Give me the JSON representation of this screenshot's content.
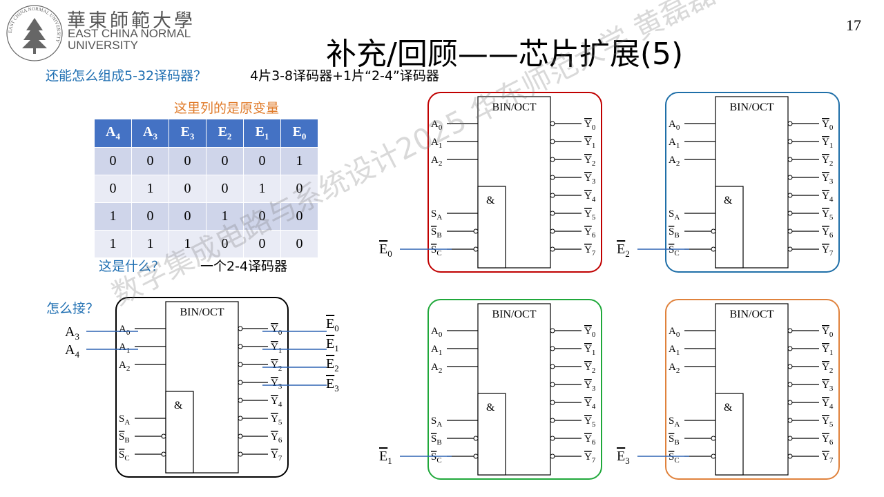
{
  "header": {
    "logo_cn": "華東師範大學",
    "logo_en_line1": "EAST CHINA NORMAL",
    "logo_en_line2": "UNIVERSITY",
    "logo_ring_text": "EAST CHINA NORMAL UNIVERSITY",
    "title": "补充/回顾——芯片扩展(5)",
    "page_number": "17"
  },
  "question": {
    "main": "还能怎么组成5-32译码器？",
    "answer": "4片3-8译码器+1片“2-4”译码器",
    "note": "这里列的是原变量",
    "what": "这是什么？",
    "what_answer": "一个2-4译码器",
    "how": "怎么接？"
  },
  "truth_table": {
    "headers": [
      {
        "base": "A",
        "sub": "4"
      },
      {
        "base": "A",
        "sub": "3"
      },
      {
        "base": "E",
        "sub": "3"
      },
      {
        "base": "E",
        "sub": "2"
      },
      {
        "base": "E",
        "sub": "1"
      },
      {
        "base": "E",
        "sub": "0"
      }
    ],
    "rows": [
      [
        "0",
        "0",
        "0",
        "0",
        "0",
        "1"
      ],
      [
        "0",
        "1",
        "0",
        "0",
        "1",
        "0"
      ],
      [
        "1",
        "0",
        "0",
        "1",
        "0",
        "0"
      ],
      [
        "1",
        "1",
        "1",
        "0",
        "0",
        "0"
      ]
    ]
  },
  "chip": {
    "label": "BIN/OCT",
    "and_label": "&",
    "inputs": [
      {
        "base": "A",
        "sub": "0"
      },
      {
        "base": "A",
        "sub": "1"
      },
      {
        "base": "A",
        "sub": "2"
      }
    ],
    "enables": [
      {
        "base": "S",
        "sub": "A"
      },
      {
        "base": "S",
        "sub": "B"
      },
      {
        "base": "S",
        "sub": "C"
      }
    ],
    "outputs": [
      {
        "base": "Y",
        "sub": "0"
      },
      {
        "base": "Y",
        "sub": "1"
      },
      {
        "base": "Y",
        "sub": "2"
      },
      {
        "base": "Y",
        "sub": "3"
      },
      {
        "base": "Y",
        "sub": "4"
      },
      {
        "base": "Y",
        "sub": "5"
      },
      {
        "base": "Y",
        "sub": "6"
      },
      {
        "base": "Y",
        "sub": "7"
      }
    ]
  },
  "chips": [
    {
      "name": "main",
      "border": "#000000",
      "ext_enable": ""
    },
    {
      "name": "red",
      "border": "#c00000",
      "ext_enable": "0"
    },
    {
      "name": "blue",
      "border": "#1f6fa8",
      "ext_enable": "2"
    },
    {
      "name": "green",
      "border": "#1fa83a",
      "ext_enable": "1"
    },
    {
      "name": "orange",
      "border": "#e0823c",
      "ext_enable": "3"
    }
  ],
  "main_chip_external": {
    "in_labels": [
      {
        "base": "A",
        "sub": "3"
      },
      {
        "base": "A",
        "sub": "4"
      }
    ],
    "out_labels": [
      {
        "base": "E",
        "sub": "0"
      },
      {
        "base": "E",
        "sub": "1"
      },
      {
        "base": "E",
        "sub": "2"
      },
      {
        "base": "E",
        "sub": "3"
      }
    ]
  },
  "enable_label_base": "E",
  "watermark": "数字集成电路与系统设计2025 华东师范大学 黄磊磊",
  "colors": {
    "accent_blue": "#1f6fb2",
    "note_orange": "#e07b2a",
    "table_header": "#4472c4",
    "wire_blue": "#2e64b4"
  }
}
